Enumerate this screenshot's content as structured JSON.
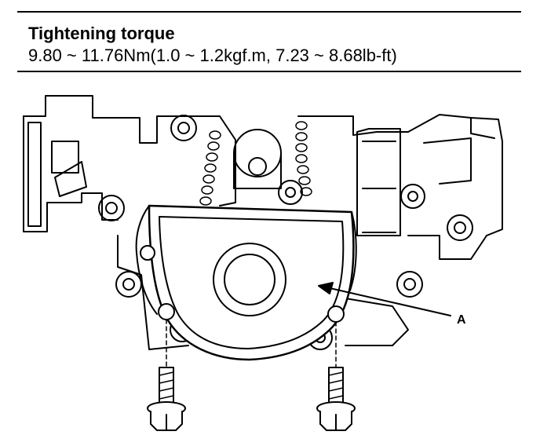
{
  "spec": {
    "title": "Tightening torque",
    "value": "9.80 ~ 11.76Nm(1.0 ~ 1.2kgf.m, 7.23 ~ 8.68lb-ft)"
  },
  "figure": {
    "callout_label": "A"
  }
}
